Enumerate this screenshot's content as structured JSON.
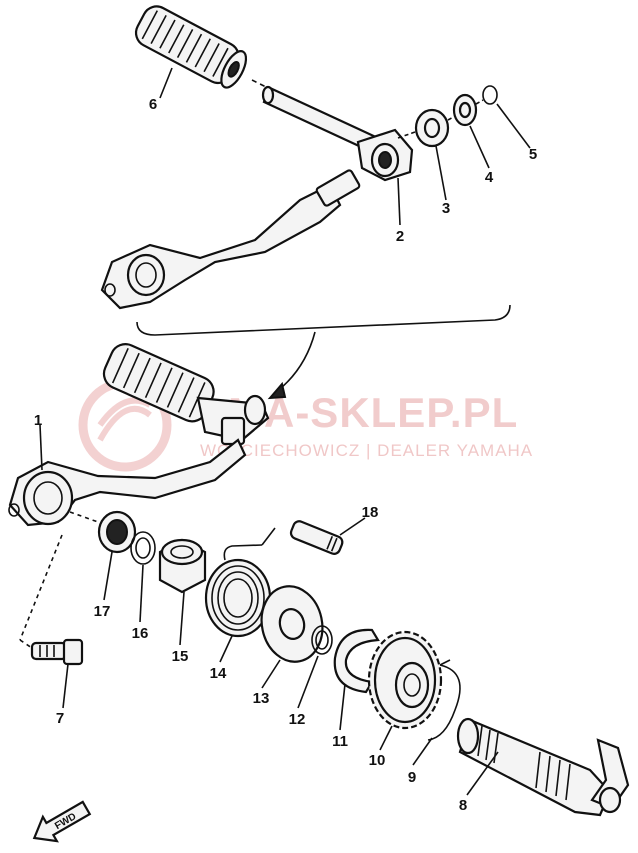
{
  "watermark": {
    "main": "MA-SKLEP.PL",
    "sub": "WOJCIECHOWICZ | DEALER YAMAHA",
    "color": "#e7a3a3"
  },
  "fwd_label": "FWD",
  "callouts": {
    "p1": "1",
    "p2": "2",
    "p3": "3",
    "p4": "4",
    "p5": "5",
    "p6": "6",
    "p7": "7",
    "p8": "8",
    "p9": "9",
    "p10": "10",
    "p11": "11",
    "p12": "12",
    "p13": "13",
    "p14": "14",
    "p15": "15",
    "p16": "16",
    "p17": "17",
    "p18": "18"
  },
  "colors": {
    "line": "#111111",
    "paper": "#ffffff"
  }
}
